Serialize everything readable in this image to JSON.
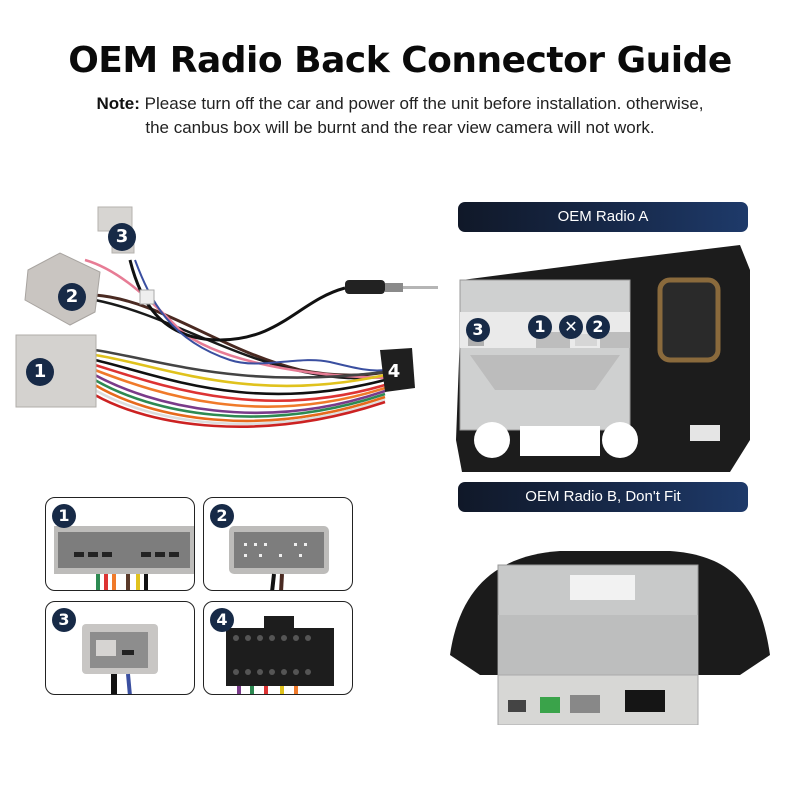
{
  "header": {
    "title": "OEM Radio Back Connector Guide",
    "note_label": "Note:",
    "note_line1": "Please turn off the car and power off the unit before installation. otherwise,",
    "note_line2": "the canbus box will be burnt and the rear view camera will not work."
  },
  "harness": {
    "connectors": [
      "1",
      "2",
      "3",
      "4"
    ]
  },
  "radio_a": {
    "banner": "OEM Radio A",
    "markers": {
      "three": "3",
      "one": "1",
      "x": "✕",
      "two": "2"
    }
  },
  "radio_b": {
    "banner": "OEM Radio B, Don't Fit"
  },
  "panels": [
    {
      "number": "1"
    },
    {
      "number": "2"
    },
    {
      "number": "3"
    },
    {
      "number": "4"
    }
  ],
  "colors": {
    "badge": "#172a47",
    "banner_start": "#101828",
    "banner_end": "#1e3a6a"
  }
}
